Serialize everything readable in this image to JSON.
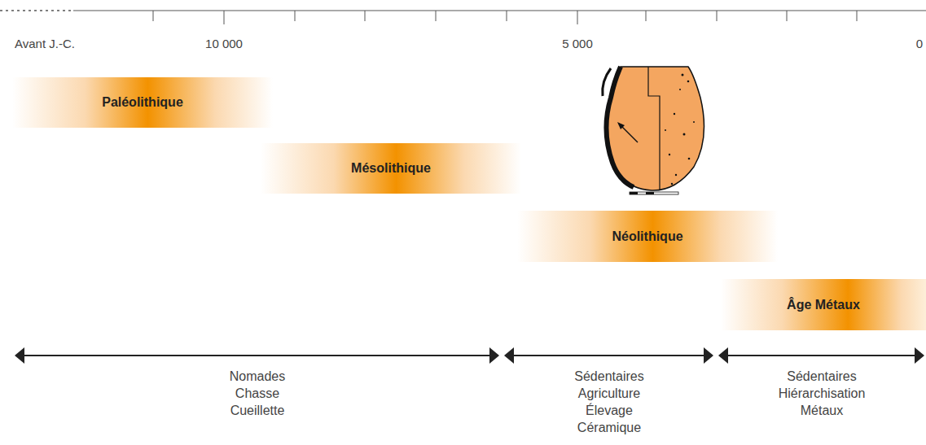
{
  "diagram": {
    "nodes": [
      {
        "text": [
          "Paléolithique"
        ]
      },
      {
        "text": [
          "Mésolithique"
        ]
      },
      {
        "text": [
          "Néolithique"
        ]
      },
      {
        "text": [
          "Âge Métaux"
        ]
      }
    ],
    "labels": [
      "Avant J.-C.",
      "10 000",
      "5 000",
      "0",
      "Nomades Chasse Cueillette",
      "Sédentaires Agriculture Élevage Céramique",
      "Sédentaires Hiérarchisation Métaux"
    ]
  }
}
